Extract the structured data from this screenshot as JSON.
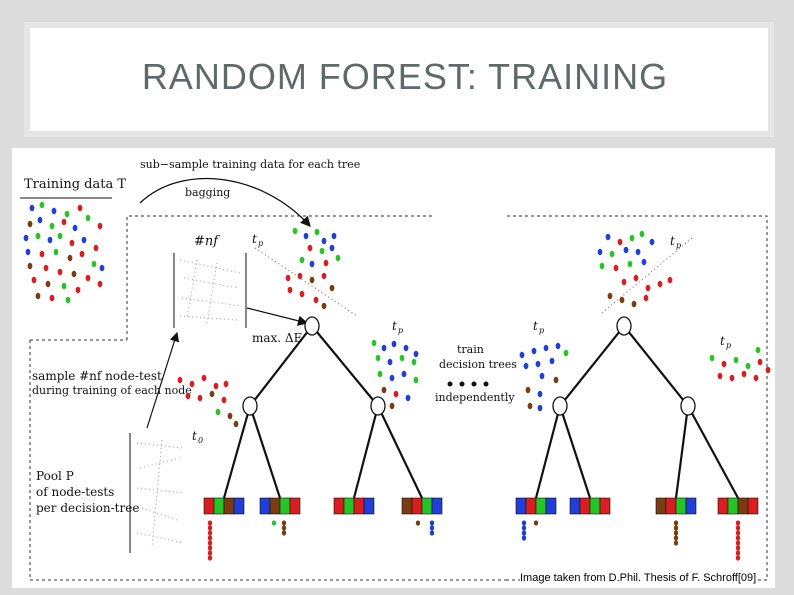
{
  "slide": {
    "title": "RANDOM FOREST: TRAINING",
    "caption": "Image taken from D.Phil. Thesis of F. Schroff[09]"
  },
  "figure": {
    "training_data_label": "Training data T",
    "subsample_label": "sub−sample training data for each tree",
    "bagging_label": "bagging",
    "nf_label": "#nf",
    "tp_label": "t",
    "tp_sub": "p",
    "maxdelta_label": "max. ΔE",
    "sample_label_line1": "sample #nf node-test",
    "sample_label_line2": "during training of each node",
    "t0_label": "t",
    "t0_sub": "0",
    "pool_line1": "Pool P",
    "pool_line2": "of node-tests",
    "pool_line3": "per decision-tree",
    "train_line1": "train",
    "train_line2": "decision trees",
    "train_line3": "independently"
  },
  "colors": {
    "red": "#d81e1e",
    "green": "#27c427",
    "blue": "#1f3fd6",
    "brown": "#7a3d12"
  }
}
